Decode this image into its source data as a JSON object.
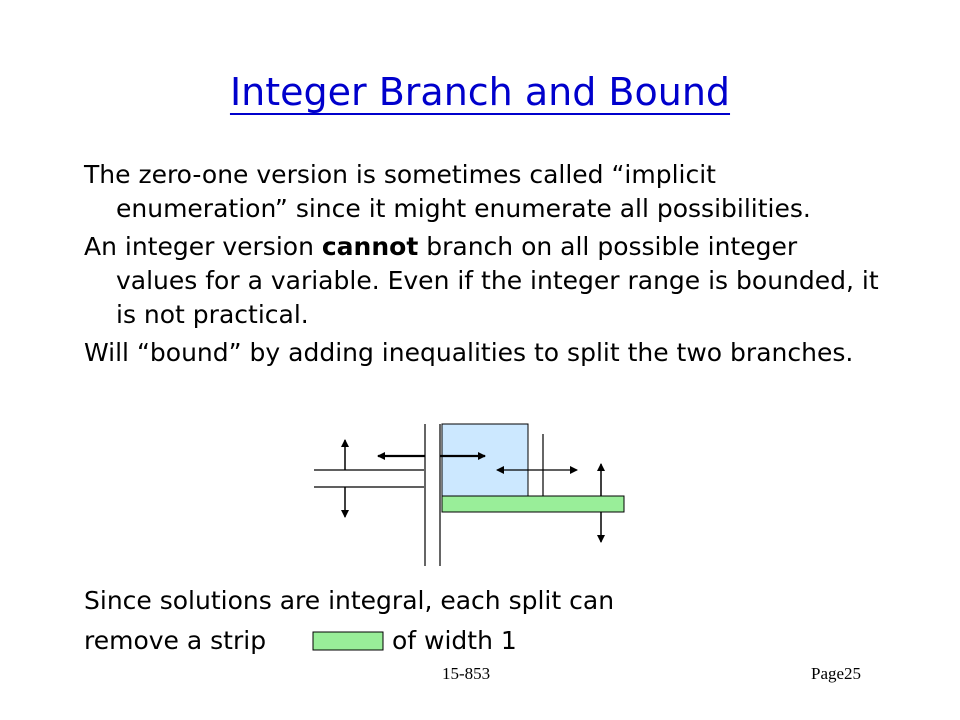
{
  "slide": {
    "title": "Integer Branch and Bound",
    "paragraphs": [
      {
        "before": "The zero-one version is sometimes called “implicit enumeration” since it might enumerate all possibilities.",
        "bold": "",
        "after": ""
      },
      {
        "before": "An integer version ",
        "bold": "cannot",
        "after": " branch on all possible integer values for a variable.   Even if the integer range is bounded, it is not practical."
      },
      {
        "before": "Will “bound” by adding inequalities to split the two branches.",
        "bold": "",
        "after": ""
      }
    ],
    "closing_line_1": "Since solutions are integral, each split can",
    "closing_line_2_before": "remove a strip",
    "closing_line_2_after": "of width 1",
    "colors": {
      "title": "#0000cc",
      "region_fill": "#cce8ff",
      "strip_fill": "#99ee99"
    }
  },
  "footer": {
    "course": "15-853",
    "page": "Page25"
  }
}
